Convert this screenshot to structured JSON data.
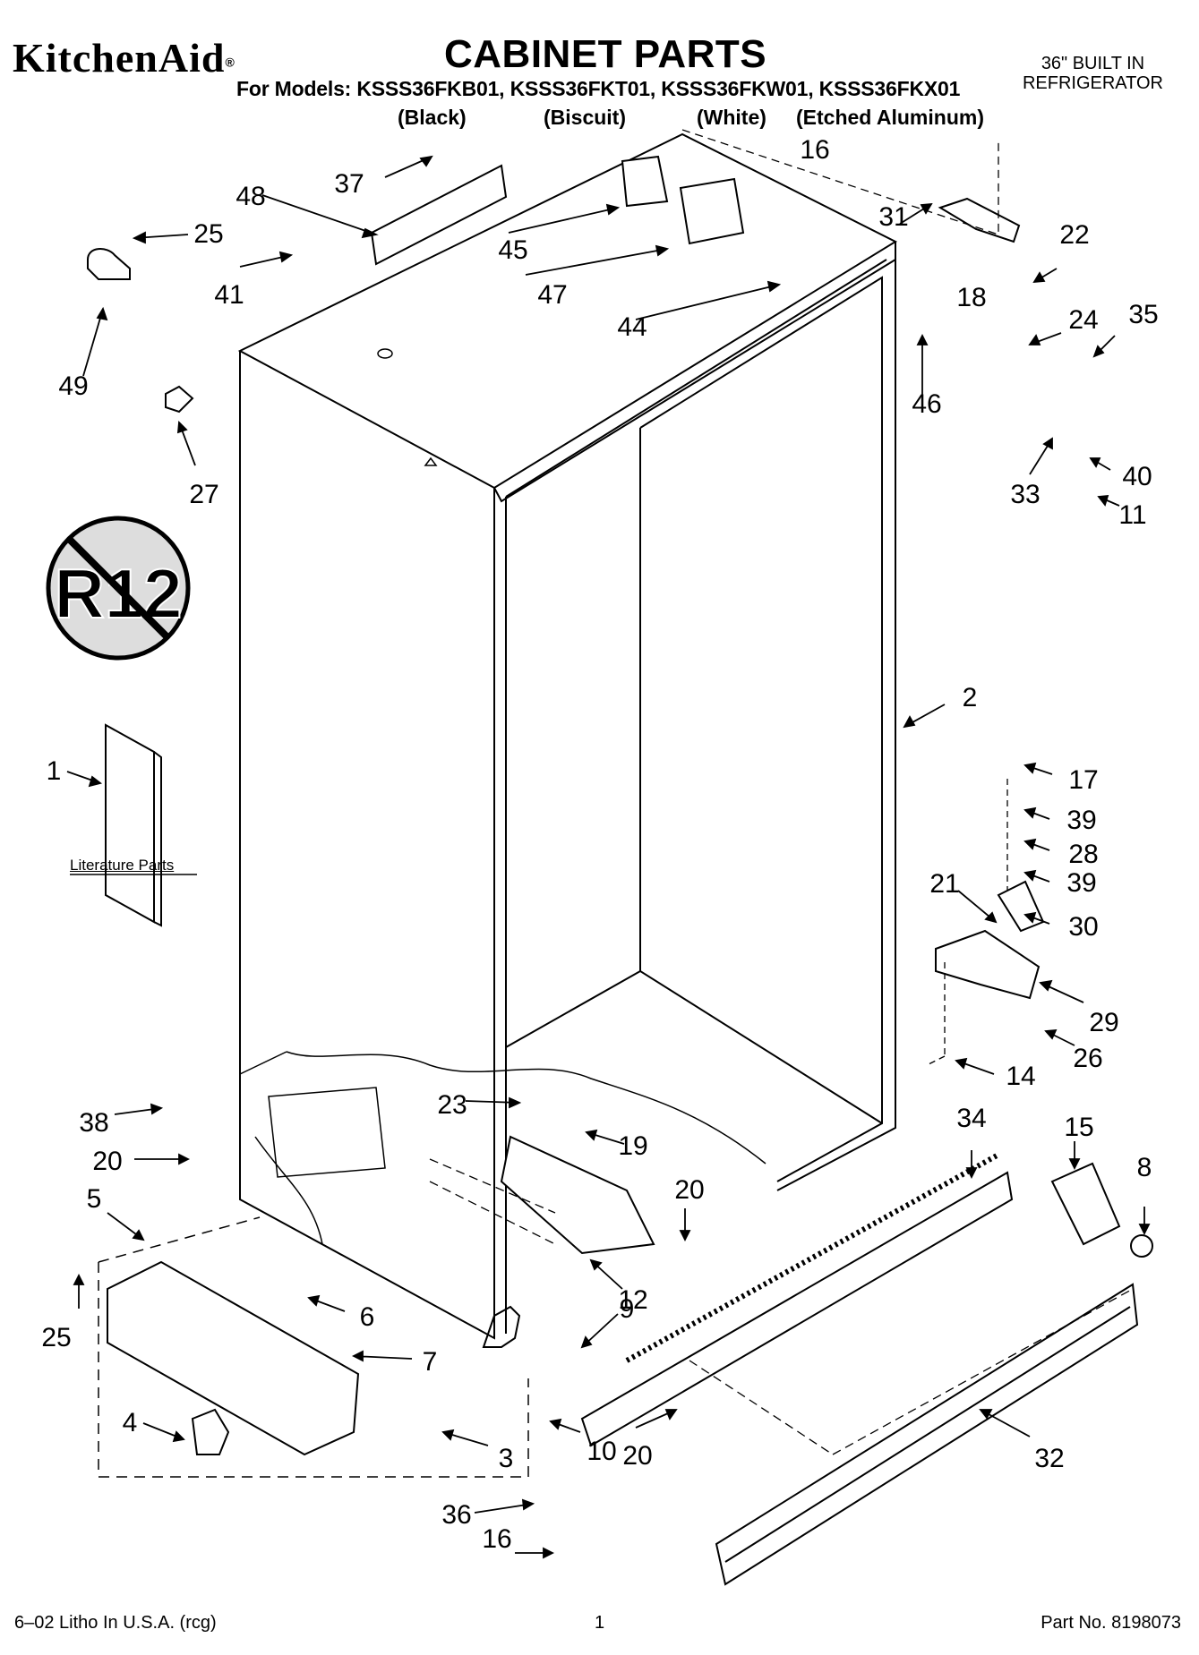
{
  "header": {
    "brand": "KitchenAid",
    "brand_mark": "®",
    "title": "CABINET PARTS",
    "models_line": "For Models: KSSS36FKB01, KSSS36FKT01, KSSS36FKW01, KSSS36FKX01",
    "variants": [
      "(Black)",
      "(Biscuit)",
      "(White)",
      "(Etched Aluminum)"
    ],
    "product_line1": "36\" BUILT IN",
    "product_line2": "REFRIGERATOR"
  },
  "badge": {
    "text": "R12"
  },
  "literature_label": "Literature Parts",
  "callouts": [
    "37",
    "16",
    "48",
    "25",
    "45",
    "31",
    "22",
    "41",
    "47",
    "18",
    "44",
    "24",
    "35",
    "49",
    "46",
    "27",
    "40",
    "33",
    "11",
    "2",
    "17",
    "39",
    "1",
    "28",
    "39",
    "21",
    "30",
    "29",
    "26",
    "14",
    "23",
    "34",
    "15",
    "38",
    "19",
    "8",
    "20",
    "20",
    "5",
    "12",
    "6",
    "25",
    "9",
    "7",
    "4",
    "10",
    "20",
    "3",
    "32",
    "36",
    "16"
  ],
  "footer": {
    "left": "6–02 Litho In U.S.A. (rcg)",
    "center": "1",
    "right": "Part No. 8198073"
  }
}
